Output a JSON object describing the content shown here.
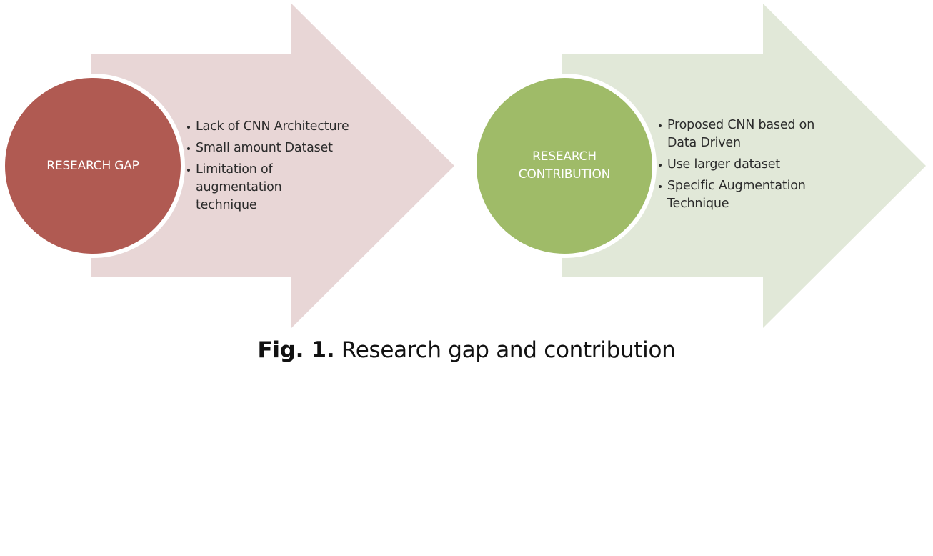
{
  "diagram": {
    "left": {
      "circle_lines": [
        "RESEARCH GAP"
      ],
      "bullets": [
        "Lack of CNN Architecture",
        "Small amount  Dataset",
        "Limitation of augmentation technique"
      ],
      "arrow_color": "#e8d6d6",
      "circle_color": "#b05a52"
    },
    "right": {
      "circle_lines": [
        "RESEARCH",
        "CONTRIBUTION"
      ],
      "bullets": [
        "Proposed CNN based on Data Driven",
        "Use larger dataset",
        "Specific Augmentation Technique"
      ],
      "arrow_color": "#e1e8d8",
      "circle_color": "#9fbb68"
    }
  },
  "caption": {
    "label": "Fig. 1.",
    "text": " Research gap and contribution"
  }
}
